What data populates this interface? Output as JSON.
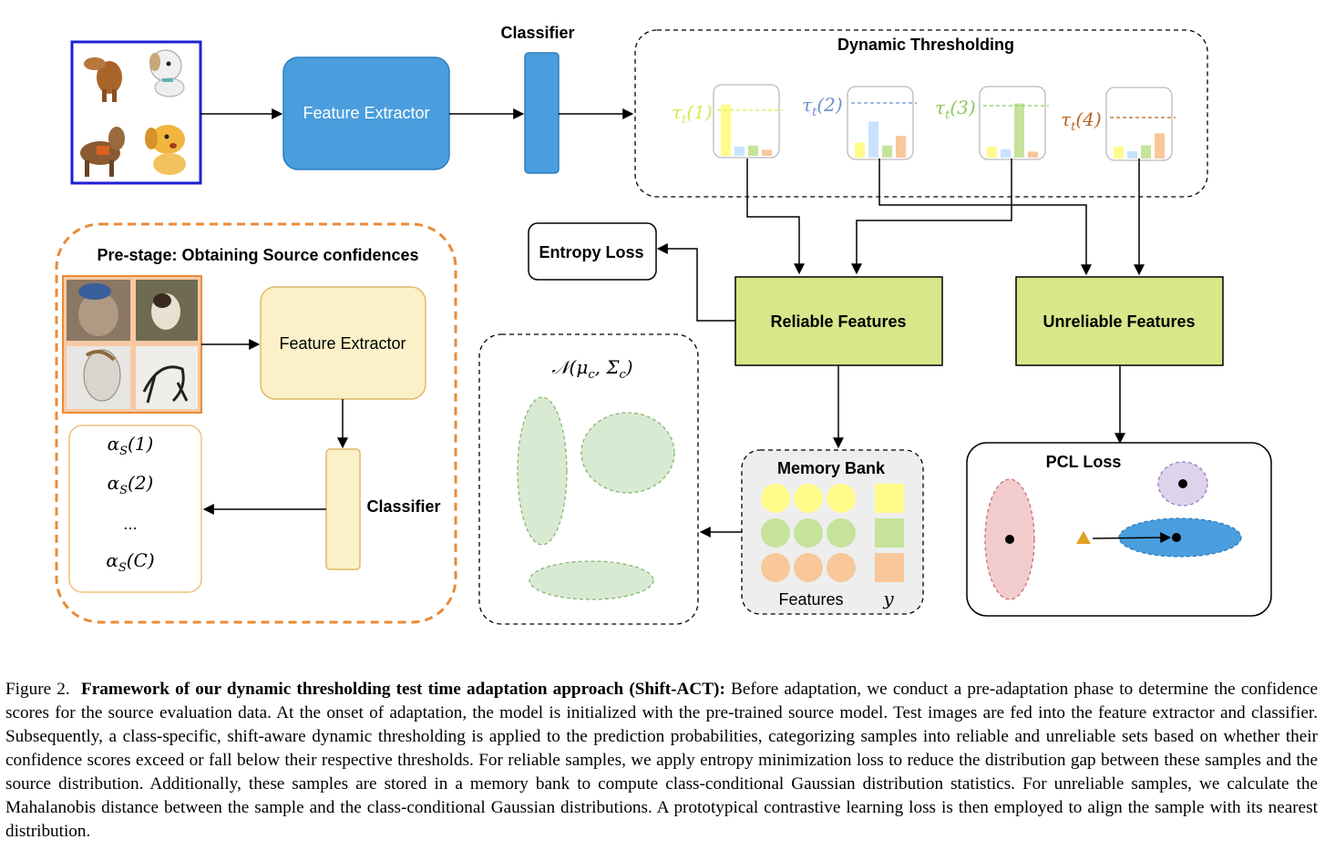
{
  "diagram": {
    "classifier_top": "Classifier",
    "feature_extractor_top": "Feature Extractor",
    "dynamic_thresholding": "Dynamic Thresholding",
    "thresholds": [
      {
        "label": "τ",
        "sub": "t",
        "arg": "(1)",
        "color": "#d8e84a"
      },
      {
        "label": "τ",
        "sub": "t",
        "arg": "(2)",
        "color": "#6a8fd0"
      },
      {
        "label": "τ",
        "sub": "t",
        "arg": "(3)",
        "color": "#86c95a"
      },
      {
        "label": "τ",
        "sub": "t",
        "arg": "(4)",
        "color": "#b6651e"
      }
    ],
    "bar_colors": [
      "#fffb8a",
      "#c9e2ff",
      "#c5e39a",
      "#f8c79a"
    ],
    "threshold_bar_levels": [
      [
        0.85,
        0.15,
        0.17,
        0.1
      ],
      [
        0.25,
        0.6,
        0.2,
        0.36
      ],
      [
        0.18,
        0.14,
        0.9,
        0.1
      ],
      [
        0.2,
        0.12,
        0.22,
        0.42
      ]
    ],
    "entropy_loss": "Entropy Loss",
    "reliable_features": "Reliable Features",
    "unreliable_features": "Unreliable Features",
    "pre_stage_title": "Pre-stage: Obtaining Source confidences",
    "feature_extractor_bottom": "Feature Extractor",
    "classifier_bottom": "Classifier",
    "alphas": [
      {
        "base": "α",
        "sub": "S",
        "arg": "(1)"
      },
      {
        "base": "α",
        "sub": "S",
        "arg": "(2)"
      },
      {
        "base": "",
        "sub": "",
        "arg": "..."
      },
      {
        "base": "α",
        "sub": "S",
        "arg": "(C)"
      }
    ],
    "gaussian_label": {
      "base": "𝒩(μ",
      "sub1": "c",
      "mid": ", Σ",
      "sub2": "c",
      "end": ")"
    },
    "memory_bank": "Memory Bank",
    "memory_features_label": "Features",
    "memory_y_label": "y",
    "pcl_loss": "PCL Loss",
    "colors": {
      "blue_box": "#4a9edd",
      "green_box": "#d6e88a",
      "pale_yellow": "#fbf0c8",
      "orange_dash": "#e98b3a",
      "gaussian_fill": "#d9ead3"
    }
  },
  "caption": {
    "figure_label": "Figure 2.",
    "title": "Framework of our dynamic thresholding test time adaptation approach (Shift-ACT):",
    "body": "Before adaptation, we conduct a pre-adaptation phase to determine the confidence scores for the source evaluation data. At the onset of adaptation, the model is initialized with the pre-trained source model. Test images are fed into the feature extractor and classifier. Subsequently, a class-specific, shift-aware dynamic thresholding is applied to the prediction probabilities, categorizing samples into reliable and unreliable sets based on whether their confidence scores exceed or fall below their respective thresholds. For reliable samples, we apply entropy minimization loss to reduce the distribution gap between these samples and the source distribution. Additionally, these samples are stored in a memory bank to compute class-conditional Gaussian distribution statistics. For unreliable samples, we calculate the Mahalanobis distance between the sample and the class-conditional Gaussian distributions. A prototypical contrastive learning loss is then employed to align the sample with its nearest distribution."
  }
}
